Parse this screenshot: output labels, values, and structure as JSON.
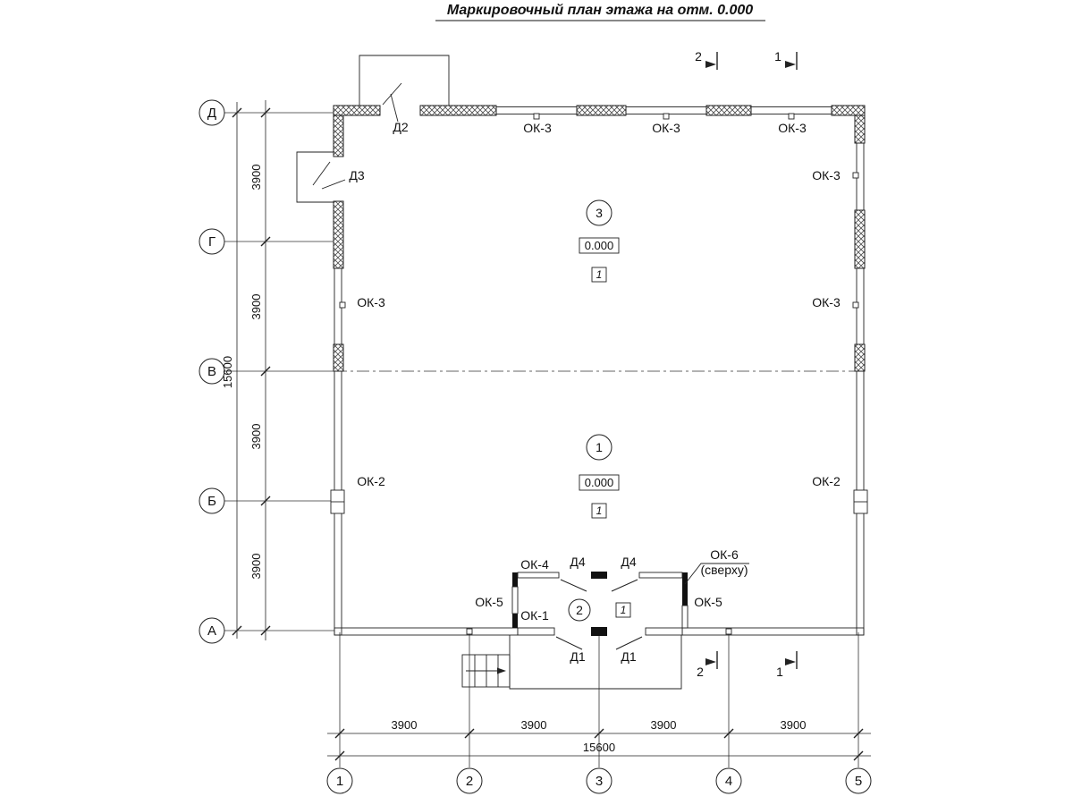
{
  "title": "Маркировочный план этажа на отм. 0.000",
  "axes": {
    "rows": [
      "Д",
      "Г",
      "В",
      "Б",
      "А"
    ],
    "cols": [
      "1",
      "2",
      "3",
      "4",
      "5"
    ]
  },
  "dims": {
    "seg": "3900",
    "total": "15600"
  },
  "marks": {
    "d1": "Д1",
    "d2": "Д2",
    "d3": "Д3",
    "d4": "Д4",
    "ok1": "ОК-1",
    "ok2": "ОК-2",
    "ok3": "ОК-3",
    "ok4": "ОК-4",
    "ok5": "ОК-5",
    "ok6": "ОК-6",
    "ok6_note": "(сверху)"
  },
  "rooms": {
    "r1": {
      "num": "1",
      "elev": "0.000",
      "floor": "1"
    },
    "r2": {
      "num": "2",
      "floor": "1"
    },
    "r3": {
      "num": "3",
      "elev": "0.000",
      "floor": "1"
    }
  },
  "sections": {
    "s1": "1",
    "s2": "2"
  }
}
